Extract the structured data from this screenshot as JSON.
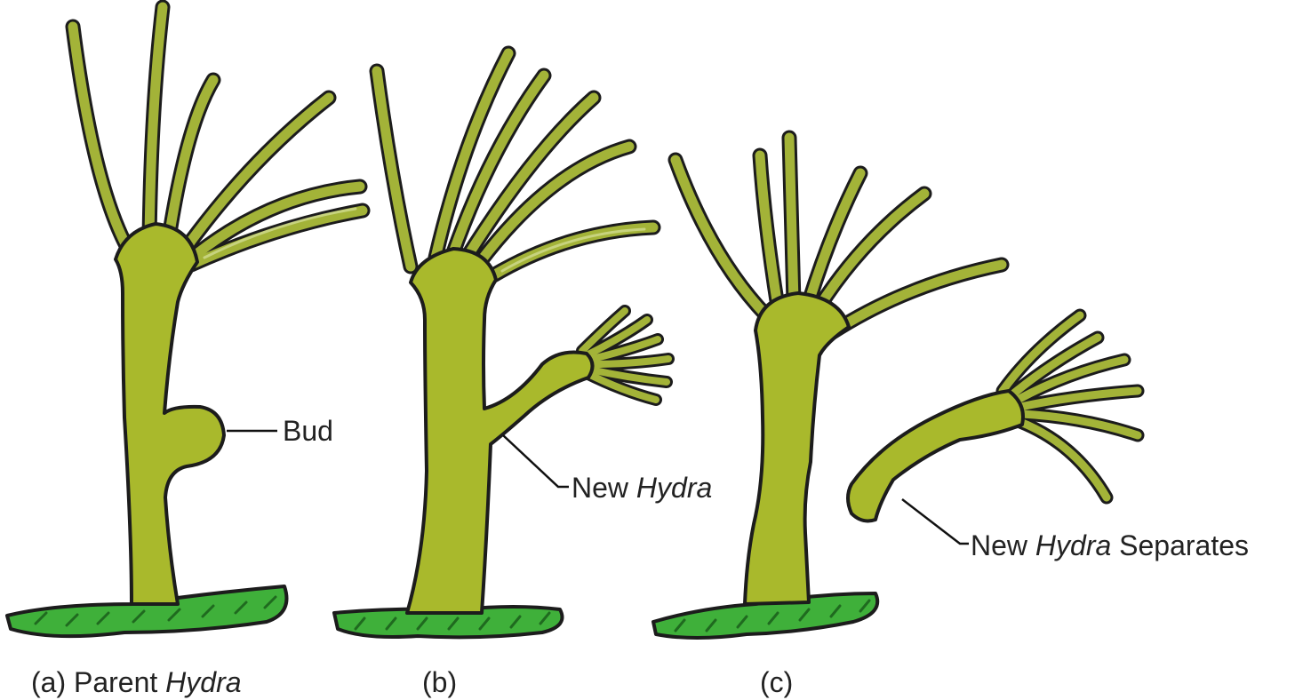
{
  "colors": {
    "body": "#a9b92c",
    "tentacle": "#a3b338",
    "tentacle_highlight": "#e6edb8",
    "outline": "#1c1c1c",
    "ground": "#3fb03a",
    "ground_dark": "#1f6a1f"
  },
  "labels": {
    "bud": "Bud",
    "new_hydra_prefix": "New ",
    "new_hydra_italic": "Hydra",
    "separates_prefix": "New ",
    "separates_italic": "Hydra",
    "separates_suffix": " Separates"
  },
  "captions": {
    "a_prefix": "(a) Parent ",
    "a_italic": "Hydra",
    "b": "(b)",
    "c": "(c)"
  }
}
